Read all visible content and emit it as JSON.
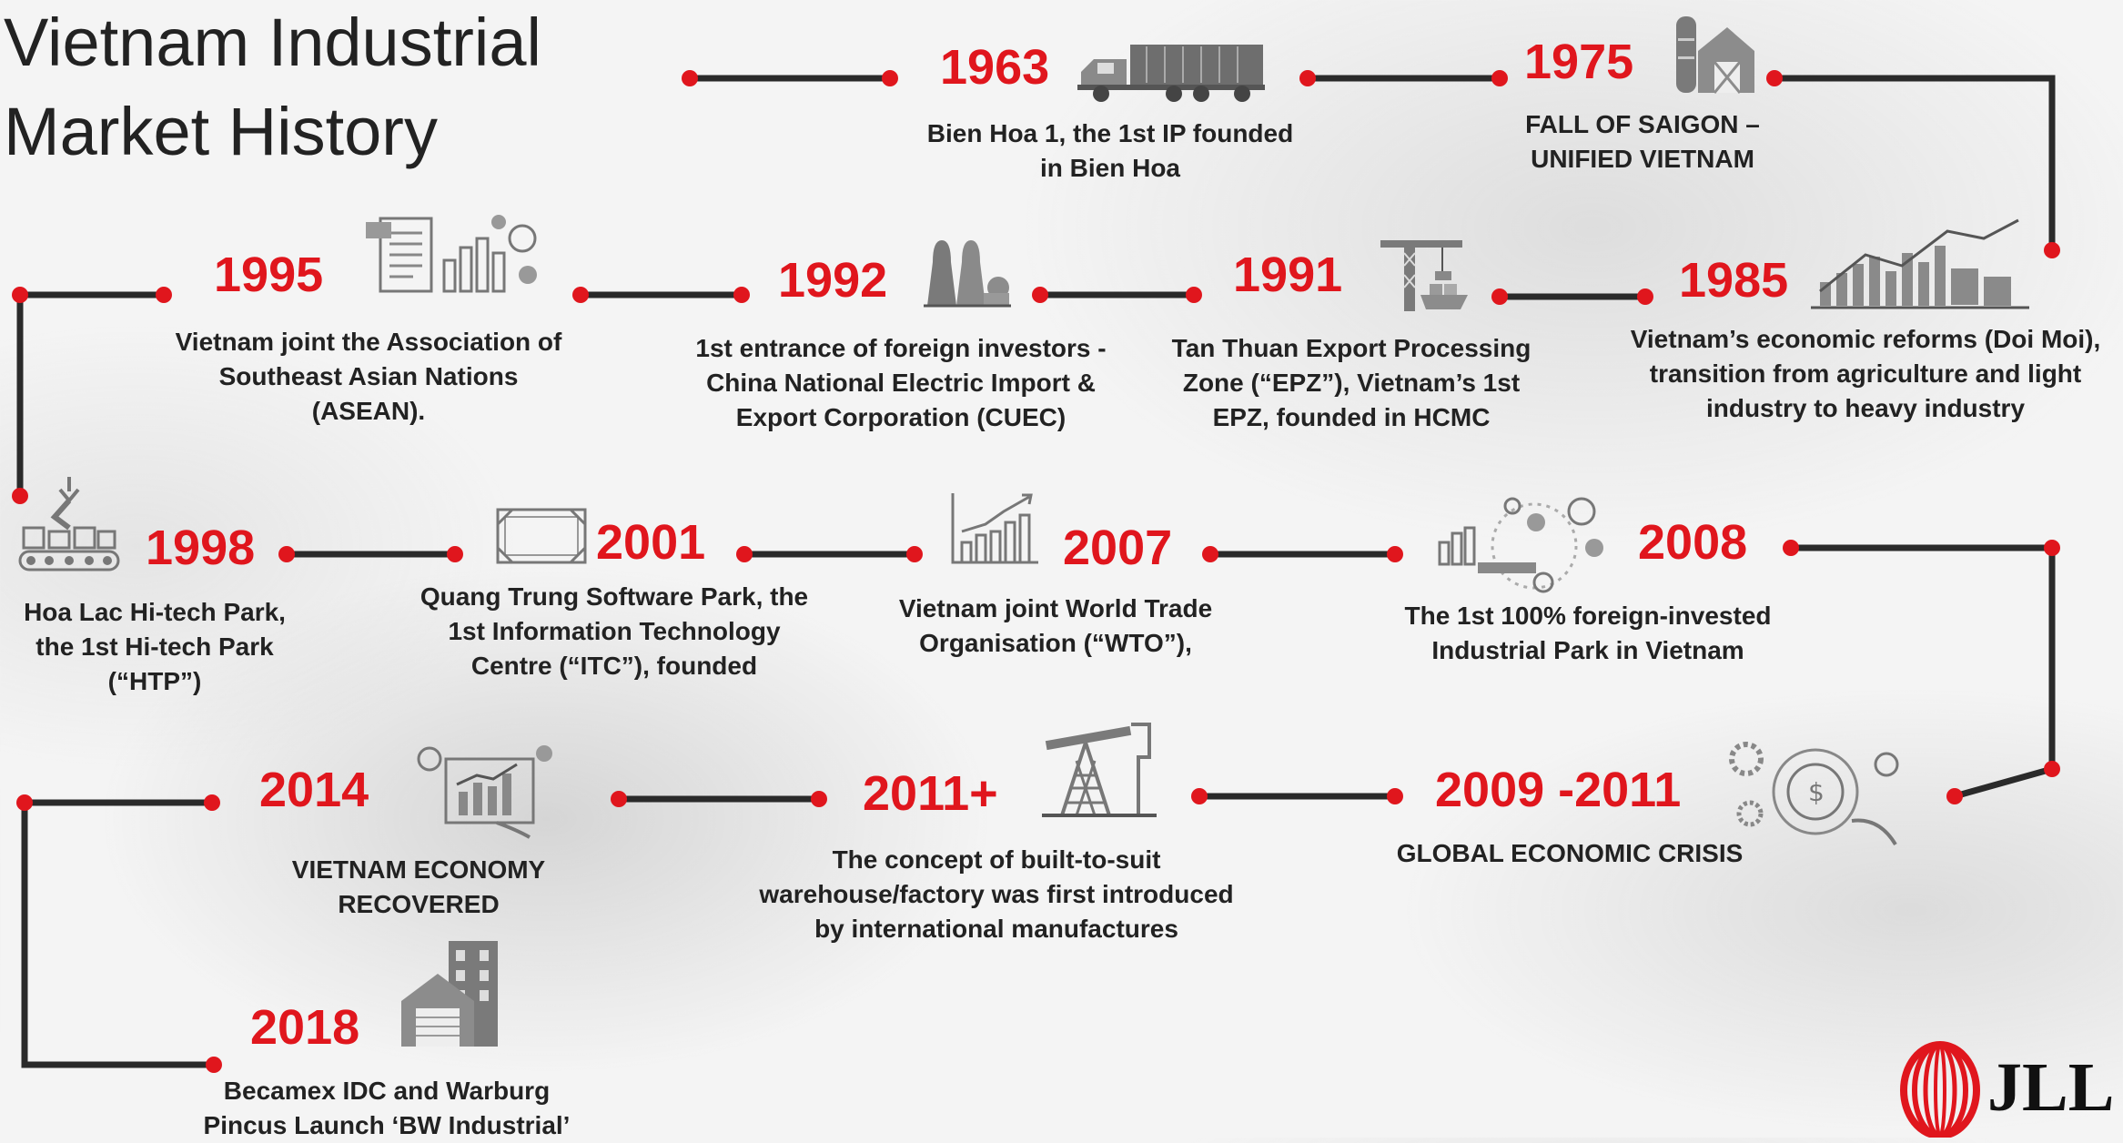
{
  "title": {
    "line1": "Vietnam Industrial",
    "line2": "Market History"
  },
  "events": [
    {
      "year": "1963",
      "desc": "Bien Hoa 1, the 1st IP founded in Bien Hoa",
      "icon": "truck-icon"
    },
    {
      "year": "1975",
      "desc": "FALL OF SAIGON – UNIFIED VIETNAM",
      "icon": "farm-barn-icon"
    },
    {
      "year": "1985",
      "desc": "Vietnam’s economic reforms (Doi Moi), transition from agriculture and light industry to heavy industry",
      "icon": "growth-chart-icon"
    },
    {
      "year": "1991",
      "desc": "Tan Thuan Export Processing Zone (“EPZ”), Vietnam’s 1st EPZ, founded in HCMC",
      "icon": "port-crane-icon"
    },
    {
      "year": "1992",
      "desc": "1st entrance of foreign investors - China National Electric Import & Export Corporation (CUEC)",
      "icon": "power-plant-icon"
    },
    {
      "year": "1995",
      "desc": "Vietnam joint the Association of Southeast Asian Nations (ASEAN).",
      "icon": "report-analytics-icon"
    },
    {
      "year": "1998",
      "desc": "Hoa Lac Hi-tech Park, the 1st Hi-tech Park (“HTP”)",
      "icon": "robot-arm-conveyor-icon"
    },
    {
      "year": "2001",
      "desc": "Quang Trung Software Park, the 1st Information Technology Centre (“ITC”), founded",
      "icon": "banknote-icon"
    },
    {
      "year": "2007",
      "desc": "Vietnam joint World Trade Organisation (“WTO”),",
      "icon": "bar-growth-icon"
    },
    {
      "year": "2008",
      "desc": "The 1st 100% foreign-invested Industrial Park in Vietnam",
      "icon": "investment-cycle-icon"
    },
    {
      "year": "2009 -2011",
      "desc": "GLOBAL ECONOMIC CRISIS",
      "icon": "finance-gears-icon"
    },
    {
      "year": "2011+",
      "desc": "The concept of built-to-suit warehouse/factory was first introduced by international manufactures",
      "icon": "oil-pump-icon"
    },
    {
      "year": "2014",
      "desc": "VIETNAM ECONOMY RECOVERED",
      "icon": "dashboard-chart-icon"
    },
    {
      "year": "2018",
      "desc": "Becamex IDC and Warburg Pincus Launch ‘BW Industrial’",
      "icon": "warehouse-building-icon"
    }
  ],
  "logo": {
    "text": "JLL",
    "color": "#e0161d"
  },
  "colors": {
    "accent": "#e0161d",
    "line": "#2a2a2a",
    "text": "#222222"
  }
}
